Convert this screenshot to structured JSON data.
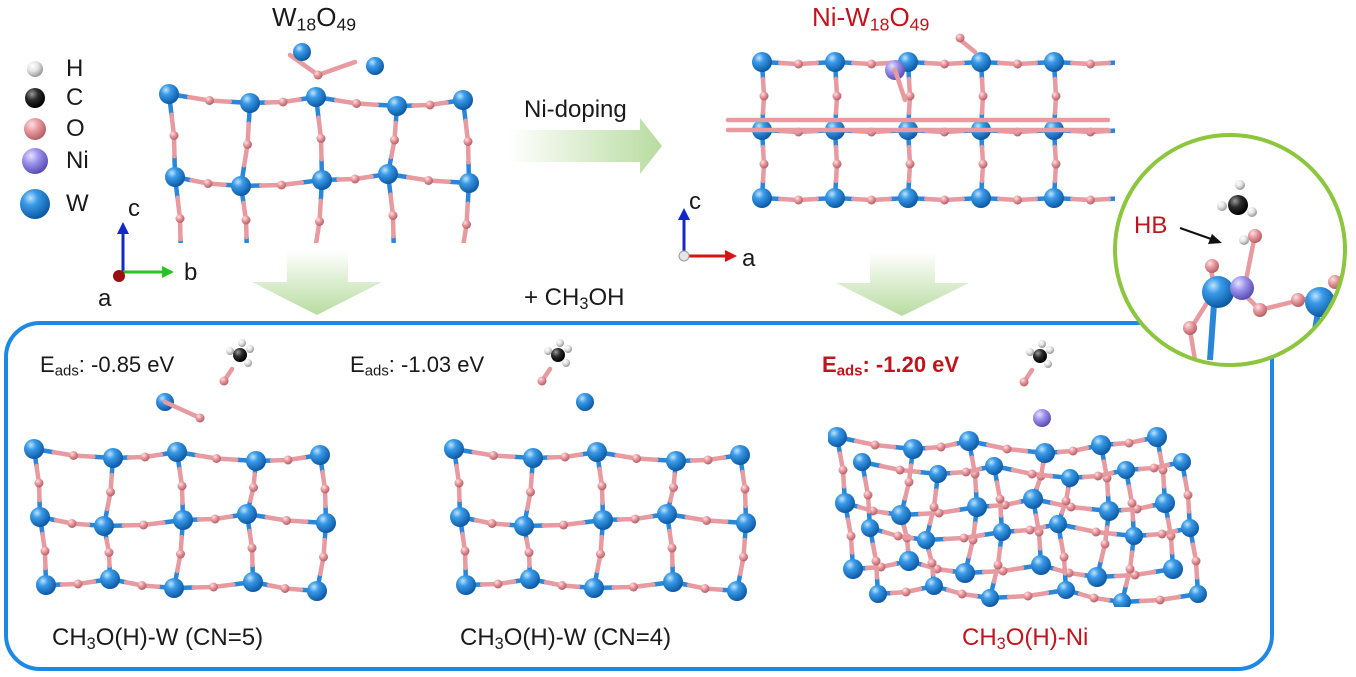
{
  "top_left": {
    "title_main": "W",
    "title_sub1": "18",
    "title_mid": "O",
    "title_sub2": "49"
  },
  "top_right": {
    "title_prefix": "Ni-W",
    "title_sub1": "18",
    "title_mid": "O",
    "title_sub2": "49"
  },
  "arrow_label": "Ni-doping",
  "reagent": {
    "prefix": "+ CH",
    "sub": "3",
    "suffix": "OH"
  },
  "legend": [
    {
      "symbol": "H",
      "color": "#d8d8d8"
    },
    {
      "symbol": "C",
      "color": "#2b2b2b"
    },
    {
      "symbol": "O",
      "color": "#e8a3a3"
    },
    {
      "symbol": "Ni",
      "color": "#9b8ee6"
    },
    {
      "symbol": "W",
      "color": "#2f8fe0"
    }
  ],
  "axes_left": {
    "vertical": "c",
    "horizontal": "b",
    "depth": "a"
  },
  "axes_right": {
    "vertical": "c",
    "horizontal": "a"
  },
  "hb_label": "HB",
  "panels": [
    {
      "e_label": "E",
      "e_sub": "ads",
      "e_value": ": -0.85 eV",
      "caption_pre": "CH",
      "caption_sub": "3",
      "caption_post": "O(H)-W (CN=5)"
    },
    {
      "e_label": "E",
      "e_sub": "ads",
      "e_value": ": -1.03 eV",
      "caption_pre": "CH",
      "caption_sub": "3",
      "caption_post": "O(H)-W (CN=4)"
    },
    {
      "e_label": "E",
      "e_sub": "ads",
      "e_value": ": -1.20 eV",
      "caption_pre": "CH",
      "caption_sub": "3",
      "caption_post": "O(H)-Ni"
    }
  ],
  "colors": {
    "W": "#2f8fe0",
    "O": "#e8959a",
    "Ni": "#8f84e0",
    "C": "#222222",
    "H": "#e0e0e0",
    "bond_O": "#e79aa0",
    "bond_W": "#2a86d8",
    "frame": "#1e88e5",
    "circle": "#8cc63f",
    "red_text": "#c0151d",
    "arrow_green": "#c9e4b4"
  }
}
